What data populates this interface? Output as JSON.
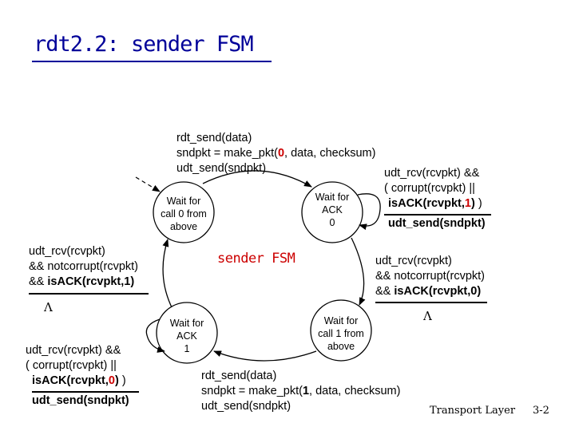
{
  "title": "rdt2.2: sender FSM",
  "center_label": "sender FSM",
  "states": {
    "wait_call0": [
      "Wait for",
      "call 0 from",
      "above"
    ],
    "wait_ack0": [
      "Wait for",
      "ACK",
      "0"
    ],
    "wait_ack1": [
      "Wait for",
      "ACK",
      "1"
    ],
    "wait_call1": [
      "Wait for",
      "call 1 from",
      "above"
    ]
  },
  "transitions": {
    "send0": {
      "event": "rdt_send(data)",
      "action_prefix": "sndpkt = make_pkt(",
      "action_seq": "0",
      "action_suffix": ", data, checksum)",
      "action2": "udt_send(sndpkt)"
    },
    "ack0_retx": {
      "l1": "udt_rcv(rcvpkt) &&",
      "l2": "( corrupt(rcvpkt) ||",
      "l3_bold": "isACK(rcvpkt,",
      "l3_seq": "1",
      "l3_close_bold": ")",
      "l3_tail": " )",
      "action": "udt_send(sndpkt)"
    },
    "ack0_ok": {
      "l1": "udt_rcv(rcvpkt)",
      "l2": "&& notcorrupt(rcvpkt)",
      "l3_prefix": "&& ",
      "l3_bold": "isACK(rcvpkt,0)",
      "action": "Λ"
    },
    "ack1_ok": {
      "l1": "udt_rcv(rcvpkt)",
      "l2": "&& notcorrupt(rcvpkt)",
      "l3_prefix": "&& ",
      "l3_bold": "isACK(rcvpkt,1)",
      "action": "Λ"
    },
    "ack1_retx": {
      "l1": "udt_rcv(rcvpkt) &&",
      "l2": "( corrupt(rcvpkt) ||",
      "l3_bold": "isACK(rcvpkt,",
      "l3_seq": "0",
      "l3_close_bold": ")",
      "l3_tail": " )",
      "action": "udt_send(sndpkt)"
    },
    "send1": {
      "event": "rdt_send(data)",
      "action_prefix": "sndpkt = make_pkt(",
      "action_seq": "1",
      "action_suffix": ", data, checksum)",
      "action2": "udt_send(sndpkt)"
    }
  },
  "footer": {
    "course": "Transport Layer",
    "page": "3-2"
  },
  "colors": {
    "title": "#000099",
    "highlight": "#cc0000",
    "ink": "#000000"
  }
}
